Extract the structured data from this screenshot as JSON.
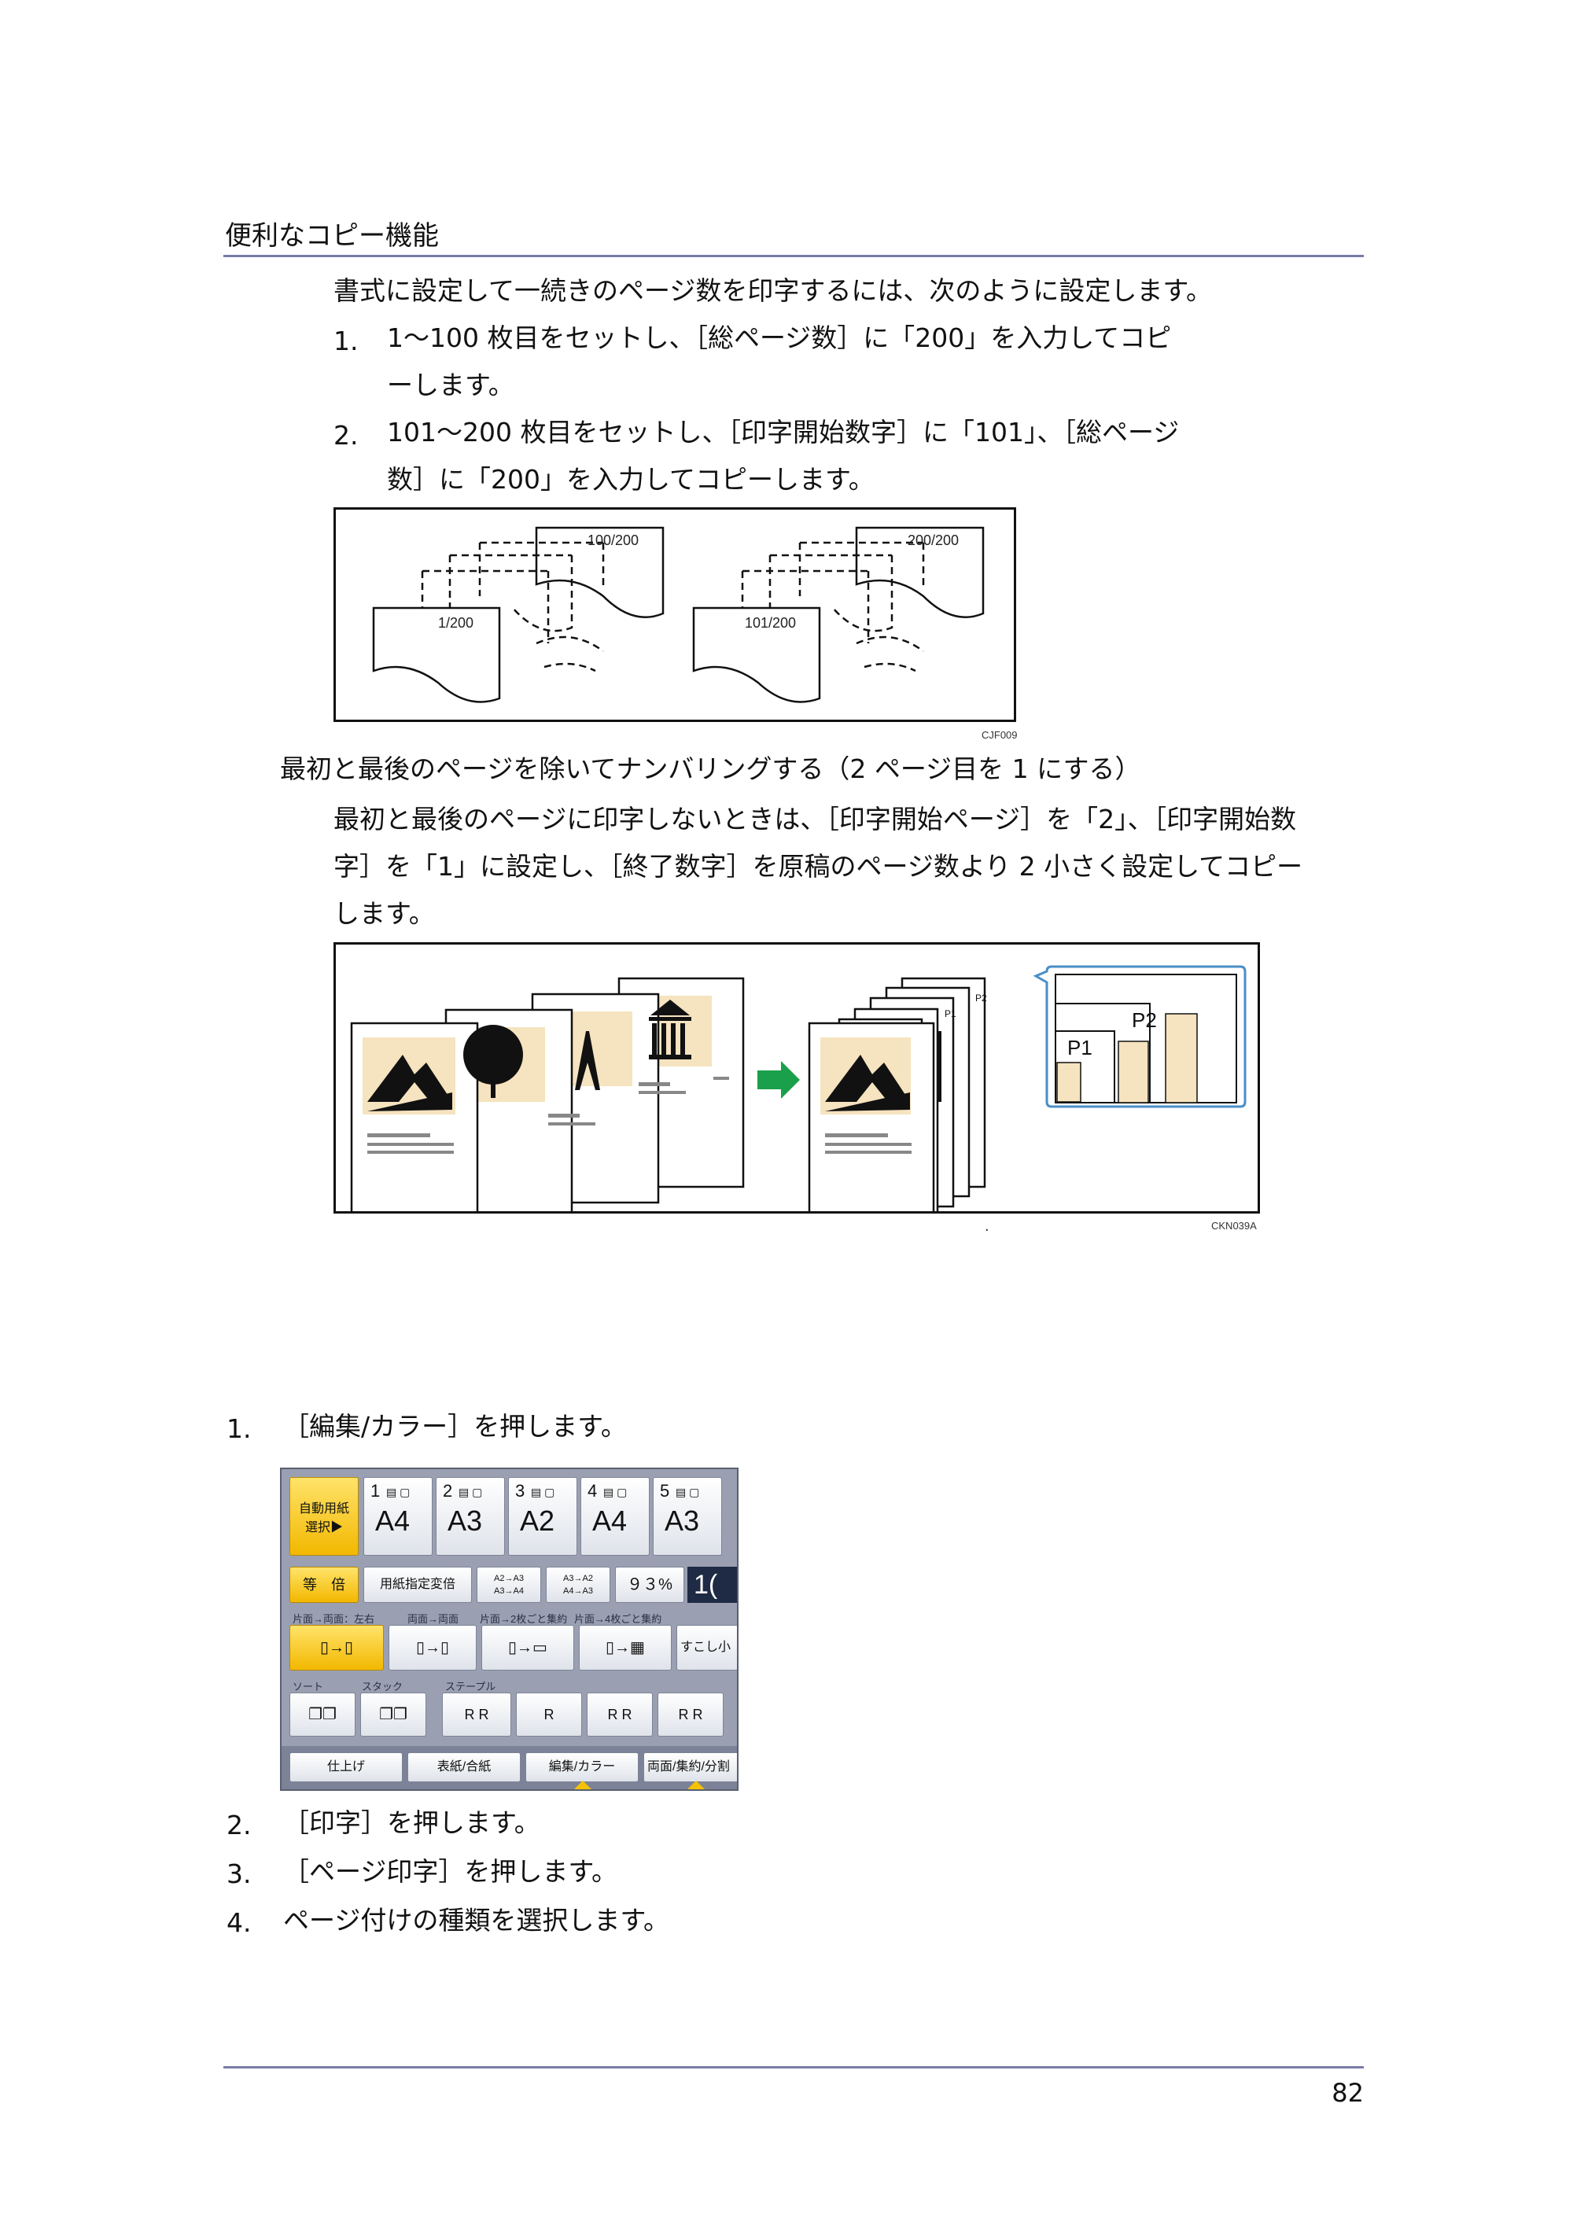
{
  "header": {
    "section_title": "便利なコピー機能"
  },
  "intro": {
    "text": "書式に設定して一続きのページ数を印字するには、次のように設定します。",
    "steps": [
      {
        "num": "1.",
        "line1": "1～100 枚目をセットし、［総ページ数］に「200」を入力してコピ",
        "line2": "ーします。"
      },
      {
        "num": "2.",
        "line1": "101～200 枚目をセットし、［印字開始数字］に「101」、［総ページ",
        "line2": "数］に「200」を入力してコピーします。"
      }
    ]
  },
  "figure1": {
    "labels": [
      "100/200",
      "1/200",
      "200/200",
      "101/200"
    ],
    "code": "CJF009"
  },
  "section2": {
    "heading": "最初と最後のページを除いてナンバリングする（2 ページ目を 1 にする）",
    "lines": [
      "最初と最後のページに印字しないときは、［印字開始ページ］を「2」、［印字開始数",
      "字］を「1」に設定し、［終了数字］を原稿のページ数より 2 小さく設定してコピー",
      "します。"
    ]
  },
  "figure2": {
    "labels": [
      "P2",
      "P1",
      "P2",
      "P1"
    ],
    "dot": ".",
    "code": "CKN039A",
    "colors": {
      "photo_bg": "#f6e3bf",
      "arrow": "#1aa04a",
      "callout": "#4a8ec8"
    }
  },
  "procedure": [
    {
      "num": "1.",
      "text": "［編集/カラー］を押します。"
    },
    {
      "num": "2.",
      "text": "［印字］を押します。"
    },
    {
      "num": "3.",
      "text": "［ページ印字］を押します。"
    },
    {
      "num": "4.",
      "text": "ページ付けの種類を選択します。"
    }
  ],
  "panel": {
    "auto_paper": "自動用紙",
    "auto_paper2": "選択▶",
    "trays": [
      {
        "no": "1",
        "size": "A4"
      },
      {
        "no": "2",
        "size": "A3"
      },
      {
        "no": "3",
        "size": "A2"
      },
      {
        "no": "4",
        "size": "A4"
      },
      {
        "no": "5",
        "size": "A3"
      }
    ],
    "same_size": "等　倍",
    "paper_scale": "用紙指定変倍",
    "ratio1a": "A2→A3",
    "ratio1b": "A3→A4",
    "ratio2a": "A3→A2",
    "ratio2b": "A4→A3",
    "percent": "９３%",
    "ratio_big": "1(",
    "duplex_labels": [
      "片面→両面：左右",
      "両面→両面",
      "片面→2枚ごと集約",
      "片面→4枚ごと集約"
    ],
    "small_btn": "すこし小",
    "sort_labels": [
      "ソート",
      "スタック",
      "ステープル"
    ],
    "tabs": [
      "仕上げ",
      "表紙/合紙",
      "編集/カラー",
      "両面/集約/分割"
    ],
    "colors": {
      "selected": "#f5c200",
      "bg": "#9aa0b2",
      "highlight_dark": "#1f2a44"
    }
  },
  "footer": {
    "page_number": "82"
  }
}
